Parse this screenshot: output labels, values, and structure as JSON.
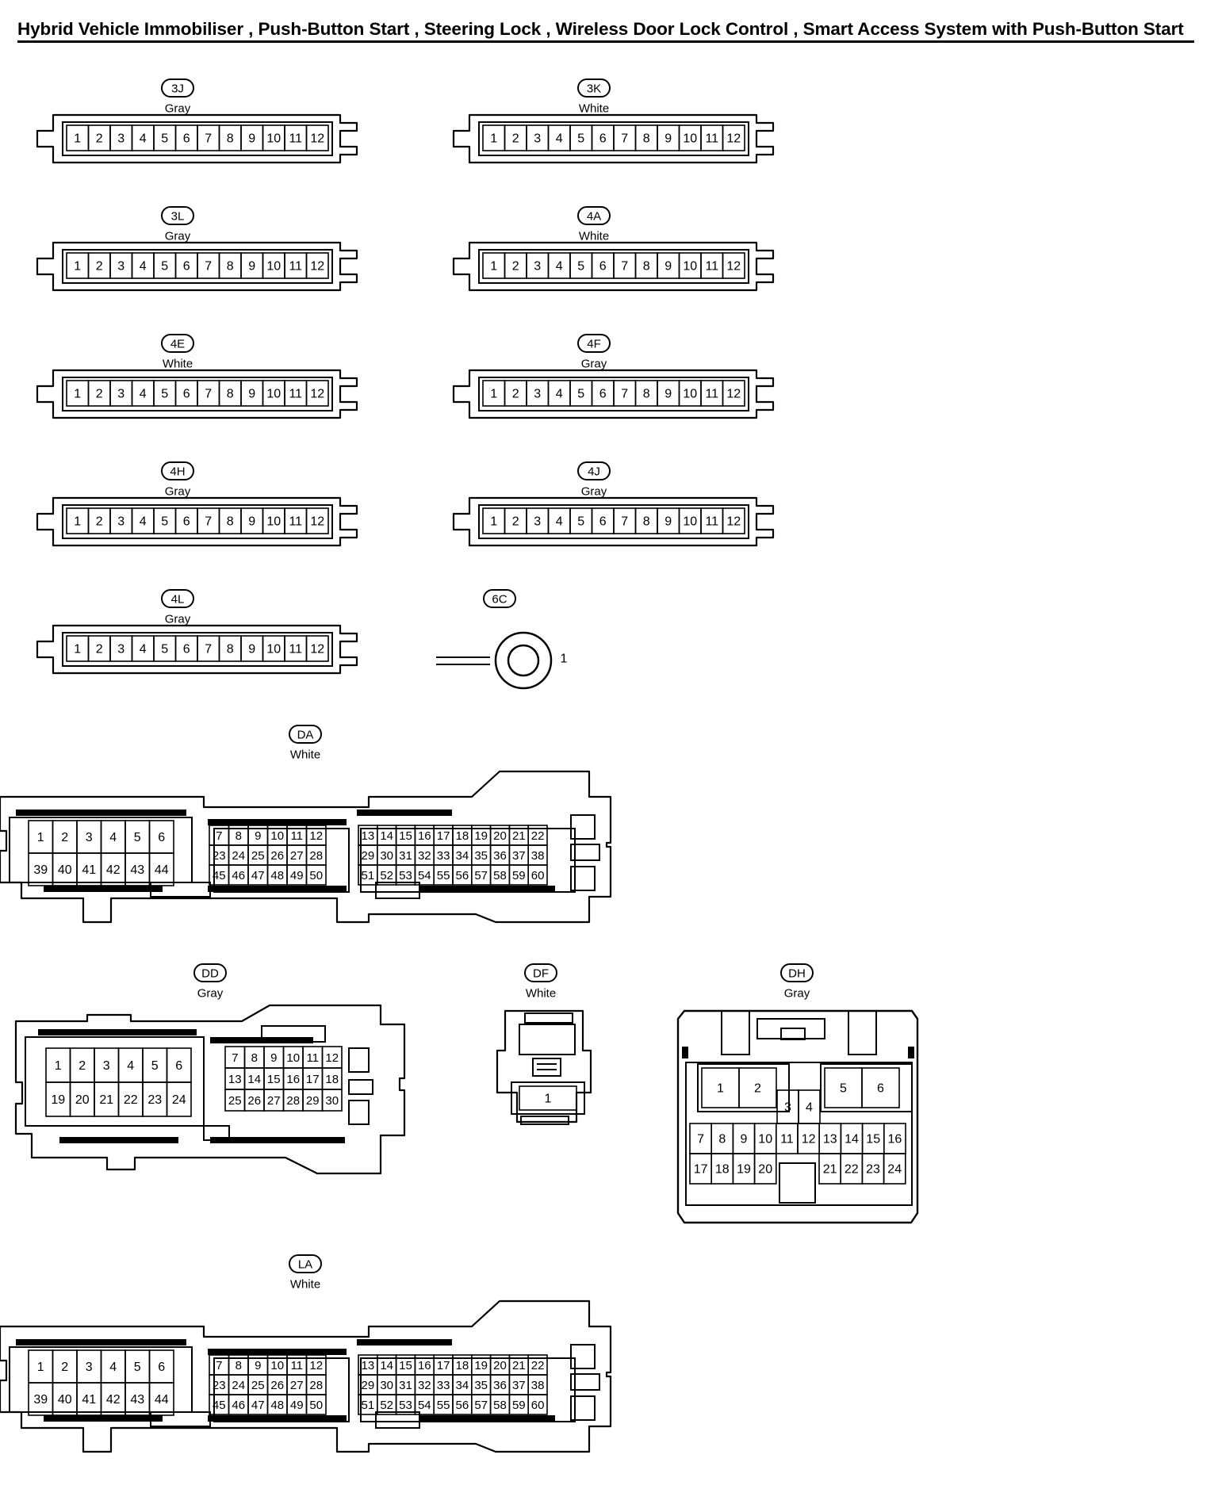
{
  "title": "Hybrid Vehicle Immobiliser , Push-Button Start , Steering Lock , Wireless Door Lock Control , Smart Access System with Push-Button Start",
  "connectors": {
    "c3J": {
      "code": "3J",
      "color": "Gray",
      "pins": [
        "1",
        "2",
        "3",
        "4",
        "5",
        "6",
        "7",
        "8",
        "9",
        "10",
        "11",
        "12"
      ]
    },
    "c3K": {
      "code": "3K",
      "color": "White",
      "pins": [
        "1",
        "2",
        "3",
        "4",
        "5",
        "6",
        "7",
        "8",
        "9",
        "10",
        "11",
        "12"
      ]
    },
    "c3L": {
      "code": "3L",
      "color": "Gray",
      "pins": [
        "1",
        "2",
        "3",
        "4",
        "5",
        "6",
        "7",
        "8",
        "9",
        "10",
        "11",
        "12"
      ]
    },
    "c4A": {
      "code": "4A",
      "color": "White",
      "pins": [
        "1",
        "2",
        "3",
        "4",
        "5",
        "6",
        "7",
        "8",
        "9",
        "10",
        "11",
        "12"
      ]
    },
    "c4E": {
      "code": "4E",
      "color": "White",
      "pins": [
        "1",
        "2",
        "3",
        "4",
        "5",
        "6",
        "7",
        "8",
        "9",
        "10",
        "11",
        "12"
      ]
    },
    "c4F": {
      "code": "4F",
      "color": "Gray",
      "pins": [
        "1",
        "2",
        "3",
        "4",
        "5",
        "6",
        "7",
        "8",
        "9",
        "10",
        "11",
        "12"
      ]
    },
    "c4H": {
      "code": "4H",
      "color": "Gray",
      "pins": [
        "1",
        "2",
        "3",
        "4",
        "5",
        "6",
        "7",
        "8",
        "9",
        "10",
        "11",
        "12"
      ]
    },
    "c4J": {
      "code": "4J",
      "color": "Gray",
      "pins": [
        "1",
        "2",
        "3",
        "4",
        "5",
        "6",
        "7",
        "8",
        "9",
        "10",
        "11",
        "12"
      ]
    },
    "c4L": {
      "code": "4L",
      "color": "Gray",
      "pins": [
        "1",
        "2",
        "3",
        "4",
        "5",
        "6",
        "7",
        "8",
        "9",
        "10",
        "11",
        "12"
      ]
    },
    "c6C": {
      "code": "6C",
      "pin": "1"
    },
    "cDA": {
      "code": "DA",
      "color": "White",
      "block1": [
        [
          "1",
          "2",
          "3",
          "4",
          "5",
          "6"
        ],
        [
          "39",
          "40",
          "41",
          "42",
          "43",
          "44"
        ]
      ],
      "block2": [
        [
          "7",
          "8",
          "9",
          "10",
          "11",
          "12"
        ],
        [
          "23",
          "24",
          "25",
          "26",
          "27",
          "28"
        ],
        [
          "45",
          "46",
          "47",
          "48",
          "49",
          "50"
        ]
      ],
      "block3": [
        [
          "13",
          "14",
          "15",
          "16",
          "17",
          "18",
          "19",
          "20",
          "21",
          "22"
        ],
        [
          "29",
          "30",
          "31",
          "32",
          "33",
          "34",
          "35",
          "36",
          "37",
          "38"
        ],
        [
          "51",
          "52",
          "53",
          "54",
          "55",
          "56",
          "57",
          "58",
          "59",
          "60"
        ]
      ]
    },
    "cDD": {
      "code": "DD",
      "color": "Gray",
      "block1": [
        [
          "1",
          "2",
          "3",
          "4",
          "5",
          "6"
        ],
        [
          "19",
          "20",
          "21",
          "22",
          "23",
          "24"
        ]
      ],
      "block2": [
        [
          "7",
          "8",
          "9",
          "10",
          "11",
          "12"
        ],
        [
          "13",
          "14",
          "15",
          "16",
          "17",
          "18"
        ],
        [
          "25",
          "26",
          "27",
          "28",
          "29",
          "30"
        ]
      ]
    },
    "cDF": {
      "code": "DF",
      "color": "White",
      "pin": "1"
    },
    "cDH": {
      "code": "DH",
      "color": "Gray",
      "top_left": [
        "1",
        "2"
      ],
      "top_right": [
        "5",
        "6"
      ],
      "middle": [
        "3",
        "4"
      ],
      "row3": [
        "7",
        "8",
        "9",
        "10",
        "11",
        "12",
        "13",
        "14",
        "15",
        "16"
      ],
      "row4_left": [
        "17",
        "18",
        "19",
        "20"
      ],
      "row4_right": [
        "21",
        "22",
        "23",
        "24"
      ]
    },
    "cLA": {
      "code": "LA",
      "color": "White",
      "block1": [
        [
          "1",
          "2",
          "3",
          "4",
          "5",
          "6"
        ],
        [
          "39",
          "40",
          "41",
          "42",
          "43",
          "44"
        ]
      ],
      "block2": [
        [
          "7",
          "8",
          "9",
          "10",
          "11",
          "12"
        ],
        [
          "23",
          "24",
          "25",
          "26",
          "27",
          "28"
        ],
        [
          "45",
          "46",
          "47",
          "48",
          "49",
          "50"
        ]
      ],
      "block3": [
        [
          "13",
          "14",
          "15",
          "16",
          "17",
          "18",
          "19",
          "20",
          "21",
          "22"
        ],
        [
          "29",
          "30",
          "31",
          "32",
          "33",
          "34",
          "35",
          "36",
          "37",
          "38"
        ],
        [
          "51",
          "52",
          "53",
          "54",
          "55",
          "56",
          "57",
          "58",
          "59",
          "60"
        ]
      ]
    }
  }
}
